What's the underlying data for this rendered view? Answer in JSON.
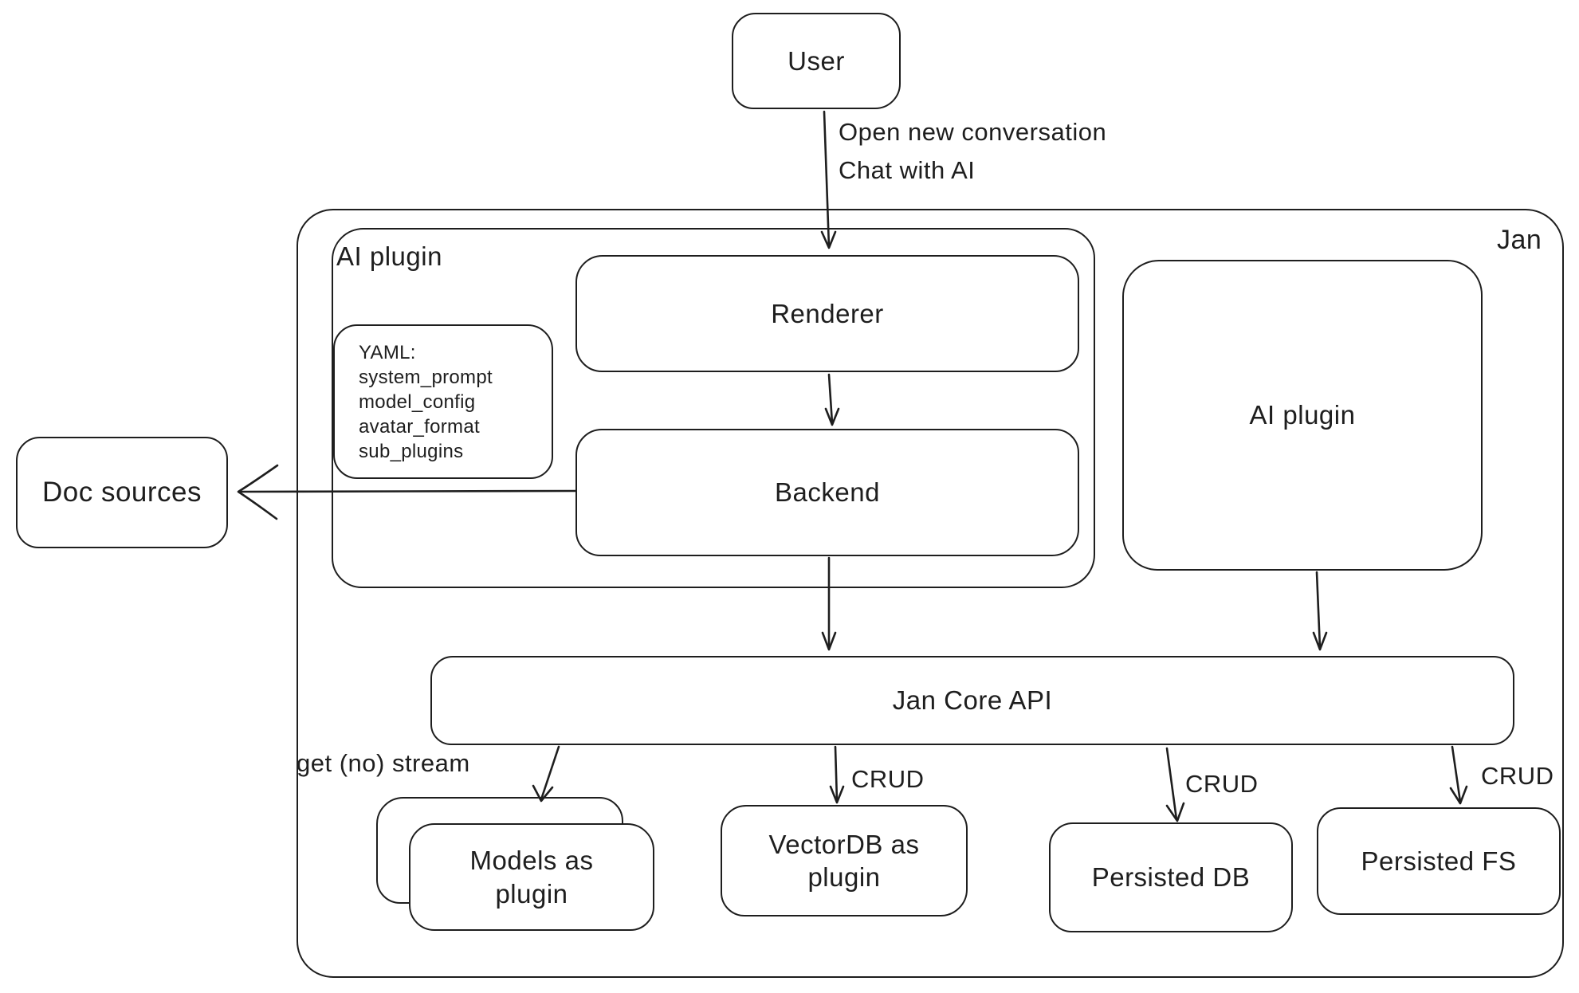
{
  "diagram": {
    "container_label": "Jan",
    "nodes": {
      "user": {
        "label": "User"
      },
      "ai_plugin_group": {
        "label": "AI plugin"
      },
      "renderer": {
        "label": "Renderer"
      },
      "backend": {
        "label": "Backend"
      },
      "yaml_note": {
        "title": "YAML:",
        "lines": [
          "system_prompt",
          "model_config",
          "avatar_format",
          "sub_plugins"
        ]
      },
      "ai_plugin_box": {
        "label": "AI plugin"
      },
      "doc_sources": {
        "label": "Doc sources"
      },
      "jan_core_api": {
        "label": "Jan Core API"
      },
      "models_as_plugin": {
        "label": "Models as plugin"
      },
      "vectordb_as_plugin": {
        "label": "VectorDB as plugin"
      },
      "persisted_db": {
        "label": "Persisted DB"
      },
      "persisted_fs": {
        "label": "Persisted FS"
      }
    },
    "edges": {
      "user_to_renderer": {
        "label_line1": "Open new conversation",
        "label_line2": "Chat with AI"
      },
      "core_to_models": {
        "label": "get (no) stream"
      },
      "core_to_vectordb": {
        "label": "CRUD"
      },
      "core_to_persisted_db": {
        "label": "CRUD"
      },
      "core_to_persisted_fs": {
        "label": "CRUD"
      }
    },
    "colors": {
      "stroke": "#1e1e1e",
      "background": "#ffffff"
    }
  }
}
